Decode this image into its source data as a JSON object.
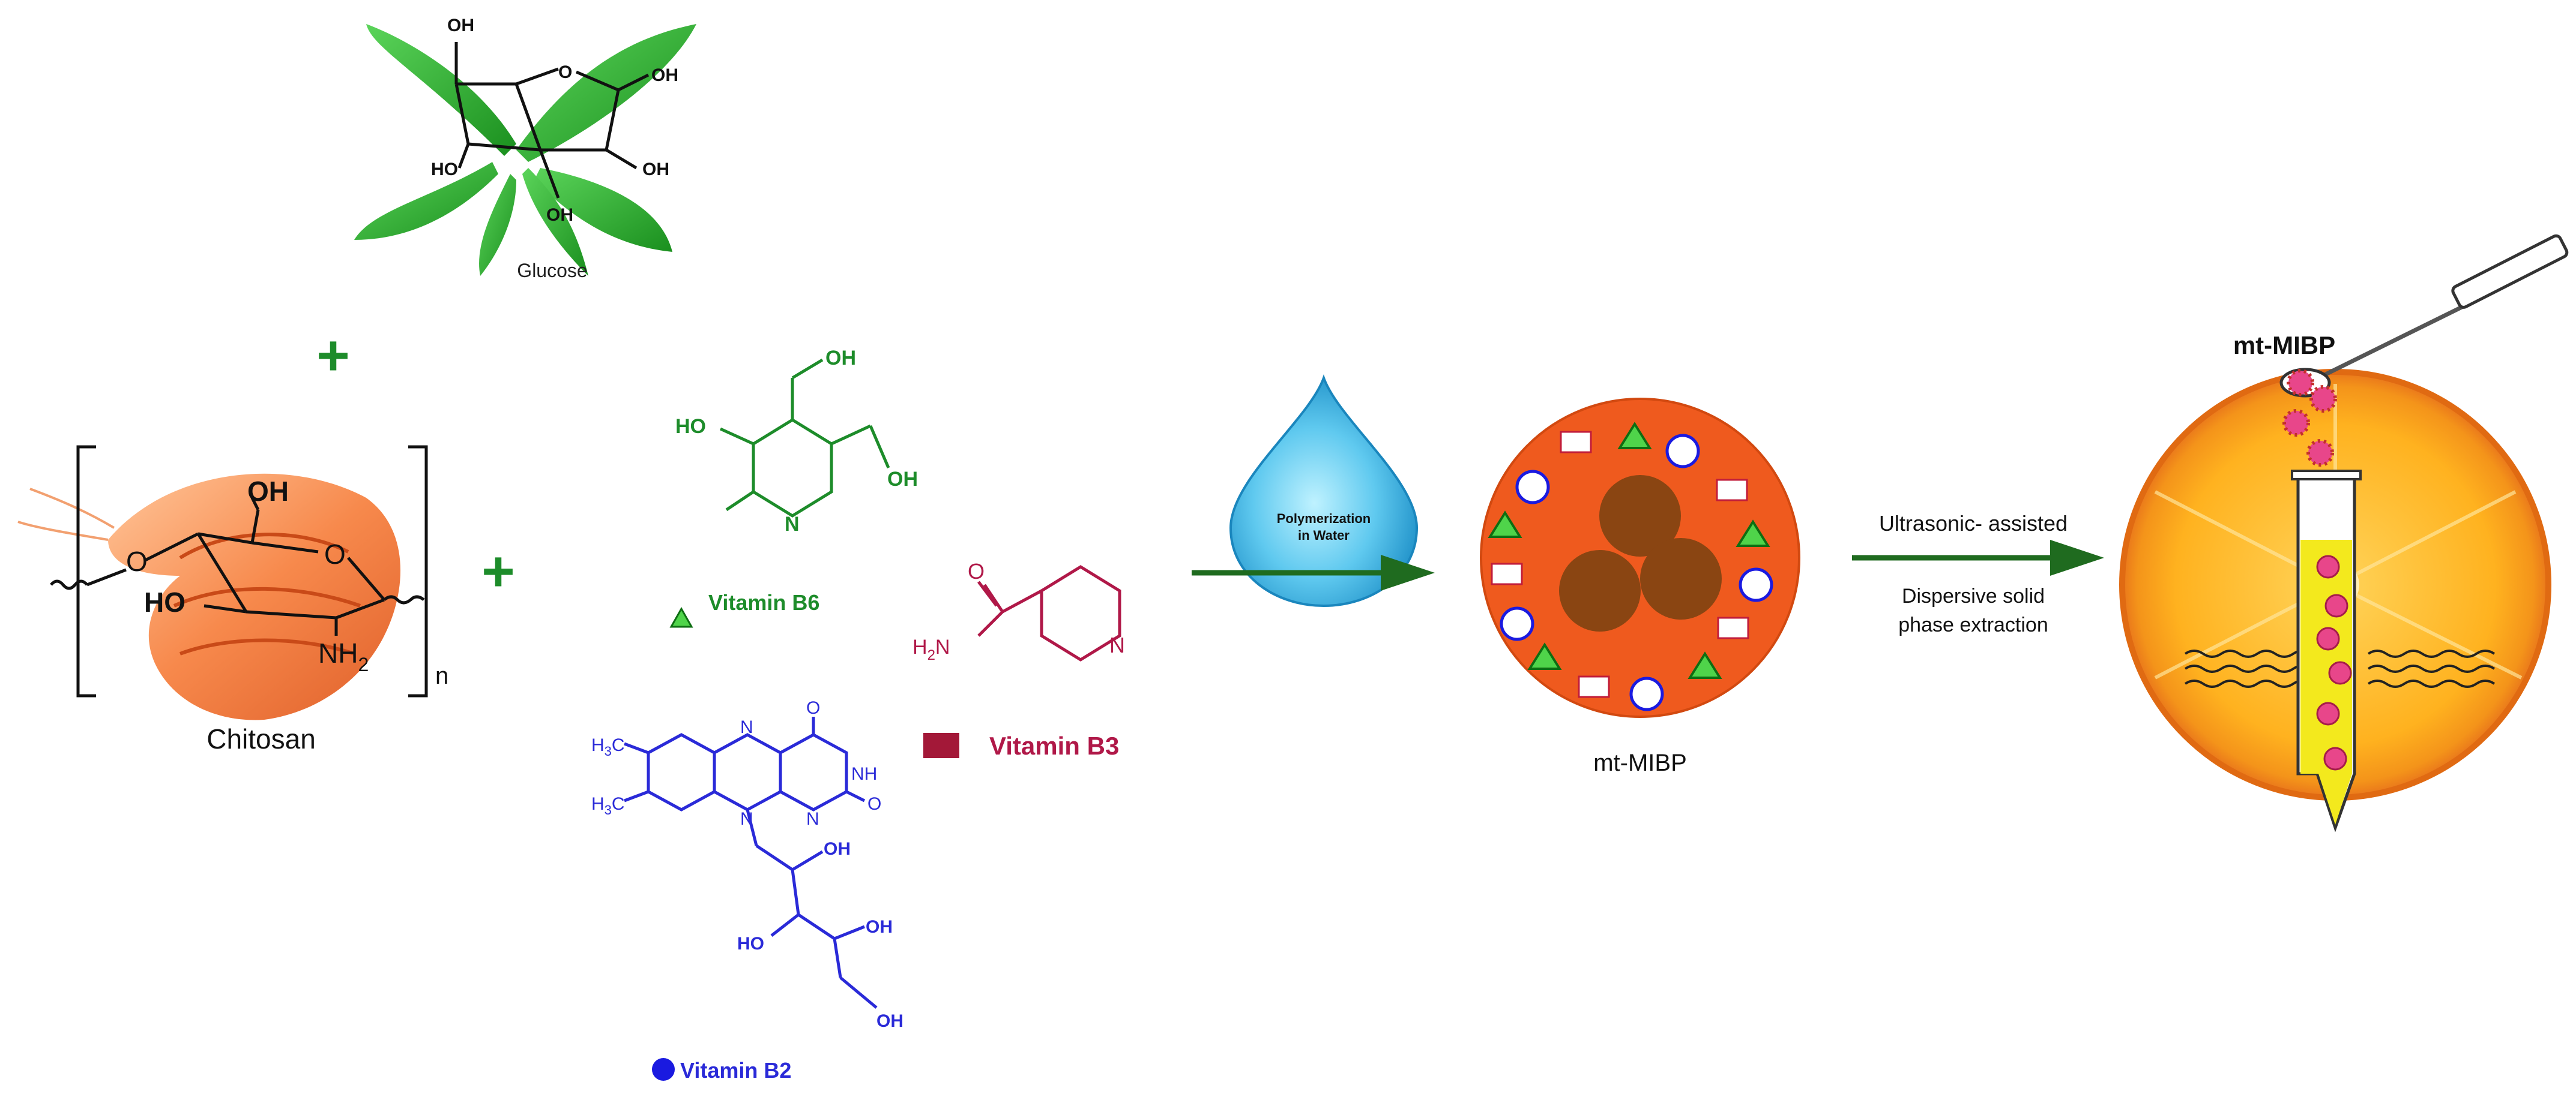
{
  "glucose": {
    "caption": "Glucose",
    "oh_top_left": "OH",
    "ring_o": "O",
    "oh_right_top": "OH",
    "oh_left": "HO",
    "oh_right": "OH",
    "oh_bottom": "OH"
  },
  "plus_sign": "+",
  "chitosan": {
    "caption": "Chitosan",
    "oh": "OH",
    "ho": "HO",
    "ring_o": "O",
    "ether_o": "O",
    "nh2": "NH",
    "nh2_sub": "2",
    "repeat_n": "n"
  },
  "vitamin_b6": {
    "label": "Vitamin B6",
    "ho": "HO",
    "oh_top": "OH",
    "oh_right": "OH",
    "n": "N"
  },
  "vitamin_b3": {
    "label": "Vitamin B3",
    "o": "O",
    "h2n": "H",
    "h2n_sub": "2",
    "h2n_n": "N",
    "n": "N"
  },
  "vitamin_b2": {
    "label": "Vitamin B2",
    "h3c_top": "H",
    "h3c_top_sub": "3",
    "h3c_top_c": "C",
    "h3c_bottom": "H",
    "h3c_bottom_sub": "3",
    "h3c_bottom_c": "C",
    "n_top": "N",
    "n_bottom": "N",
    "n_right": "N",
    "nh": "NH",
    "o_top": "O",
    "o_right": "O",
    "oh_1": "OH",
    "ho_2": "HO",
    "oh_3": "OH",
    "oh_4": "OH"
  },
  "drop_label_line1": "Polymerization",
  "drop_label_line2": "in Water",
  "mt_mibp_label": "mt-MIBP",
  "extraction": {
    "line1": "Ultrasonic- assisted",
    "line2": "Dispersive solid",
    "line3": "phase extraction"
  },
  "tube_label": "mt-MIBP",
  "colors": {
    "green": "#1d8c2a",
    "arrow_green": "#1f6b1f",
    "blue": "#2a2ad8",
    "crimson": "#b01848",
    "particle": "#ef5a1e",
    "core": "#8a4512"
  }
}
